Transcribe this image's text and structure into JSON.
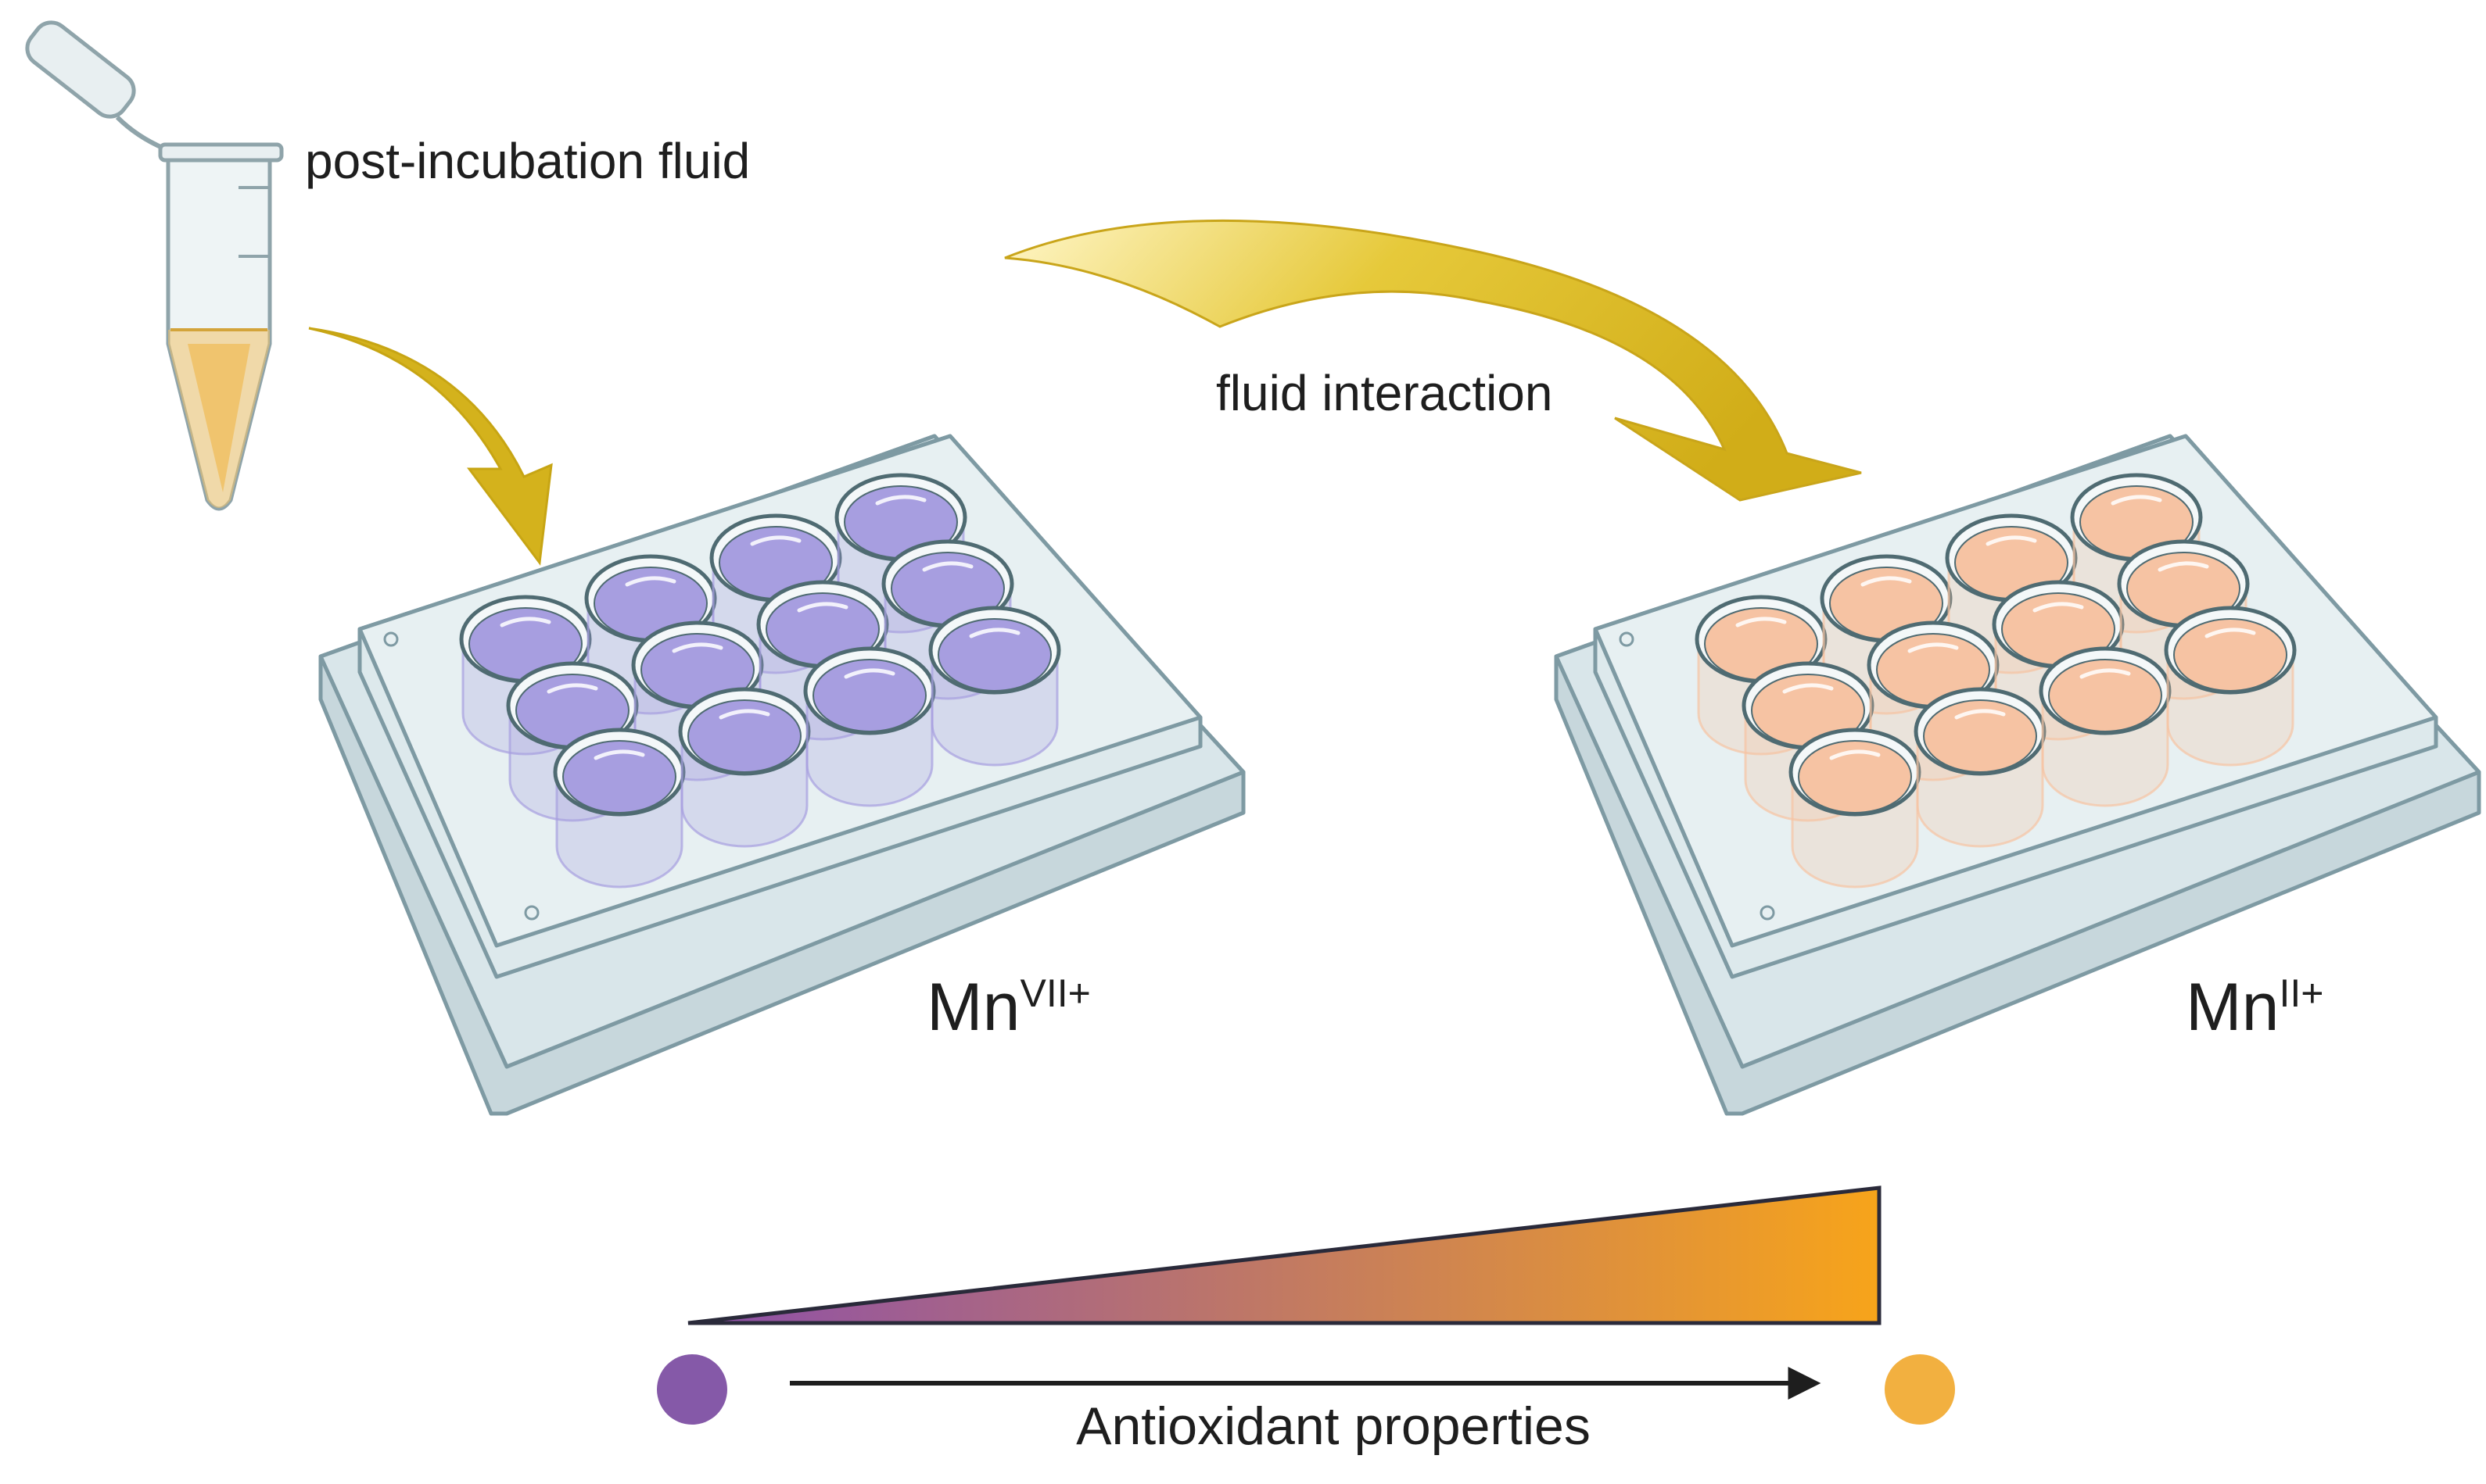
{
  "labels": {
    "tube": "post-incubation fluid",
    "interaction": "fluid interaction",
    "left_plate": {
      "base": "Mn",
      "sup": "VII+"
    },
    "right_plate": {
      "base": "Mn",
      "sup": "II+"
    },
    "axis": "Antioxidant properties"
  },
  "colors": {
    "arrow": "#d4b21c",
    "tube_fluid": "#f3c36a",
    "plate_body": "#d9e6ea",
    "plate_edge": "#7e9aa3",
    "well_violet": "#a79ee0",
    "well_peach": "#f6c3a3",
    "gradient_start": "#8c4fab",
    "gradient_end": "#f7a41a",
    "dot_start": "#8559a8",
    "dot_end": "#f2b040"
  },
  "icons": [
    "microcentrifuge-tube-icon",
    "well-plate-icon",
    "curved-arrow-icon"
  ]
}
